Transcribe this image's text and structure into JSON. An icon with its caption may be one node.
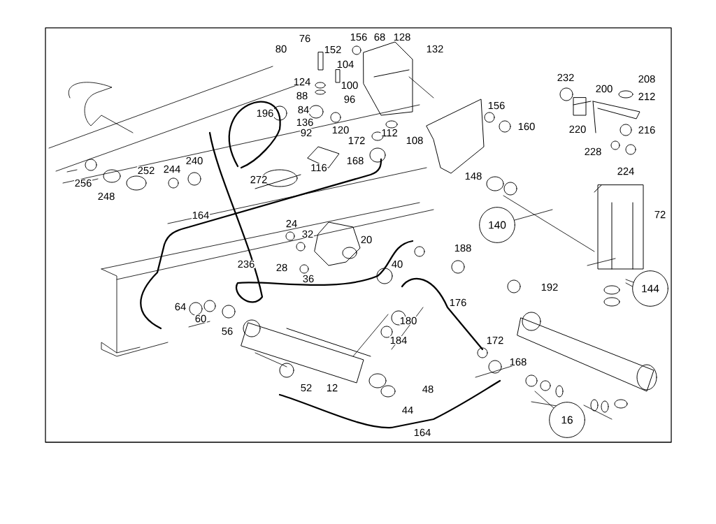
{
  "diagram": {
    "nodes": [
      {
        "text": [
          "140"
        ]
      },
      {
        "text": [
          "144"
        ]
      },
      {
        "text": [
          "16"
        ]
      }
    ],
    "edges": [
      {
        "from": 0,
        "to": null,
        "arrow": "none"
      },
      {
        "from": 1,
        "to": null,
        "arrow": "none"
      },
      {
        "from": 2,
        "to": null,
        "arrow": "none"
      }
    ],
    "labels": [
      "76",
      "80",
      "152",
      "156",
      "68",
      "128",
      "132",
      "104",
      "124",
      "100",
      "88",
      "96",
      "196",
      "84",
      "136",
      "92",
      "120",
      "172",
      "112",
      "108",
      "116",
      "168",
      "156",
      "160",
      "232",
      "200",
      "208",
      "212",
      "220",
      "216",
      "228",
      "224",
      "148",
      "72",
      "256",
      "248",
      "252",
      "244",
      "240",
      "272",
      "164",
      "24",
      "32",
      "20",
      "28",
      "236",
      "36",
      "40",
      "188",
      "192",
      "176",
      "180",
      "184",
      "172",
      "168",
      "64",
      "60",
      "56",
      "52",
      "12",
      "48",
      "44",
      "164"
    ]
  }
}
